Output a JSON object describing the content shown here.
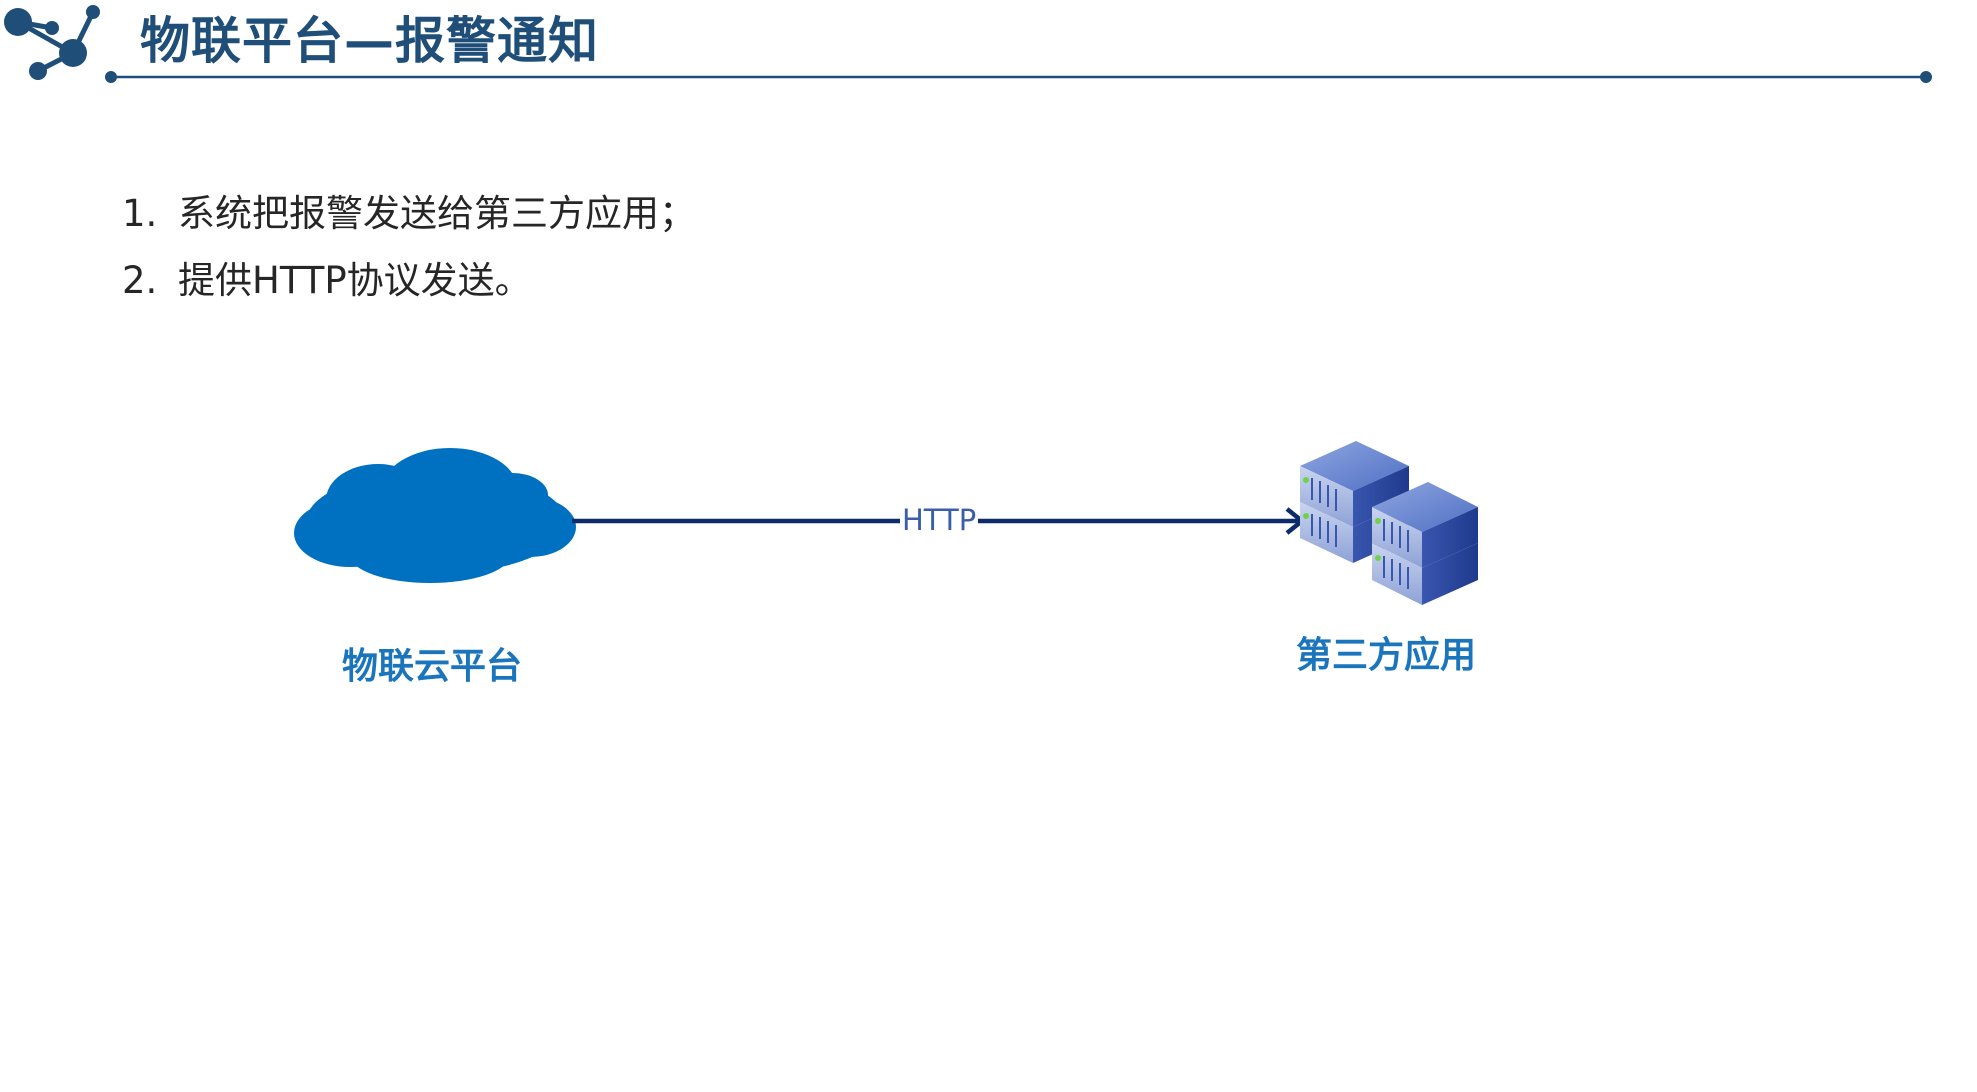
{
  "header": {
    "title": "物联平台—报警通知",
    "logo_icon": "network-nodes-icon",
    "accent_color": "#1f4e79"
  },
  "bullets": [
    {
      "number": "1.",
      "text": "系统把报警发送给第三方应用；"
    },
    {
      "number": "2.",
      "text": "提供HTTP协议发送。"
    }
  ],
  "diagram": {
    "source": {
      "label": "物联云平台",
      "icon": "cloud-icon",
      "color": "#0070c0"
    },
    "target": {
      "label": "第三方应用",
      "icon": "server-stack-icon"
    },
    "edge": {
      "label": "HTTP",
      "color": "#0d2c6c"
    }
  }
}
